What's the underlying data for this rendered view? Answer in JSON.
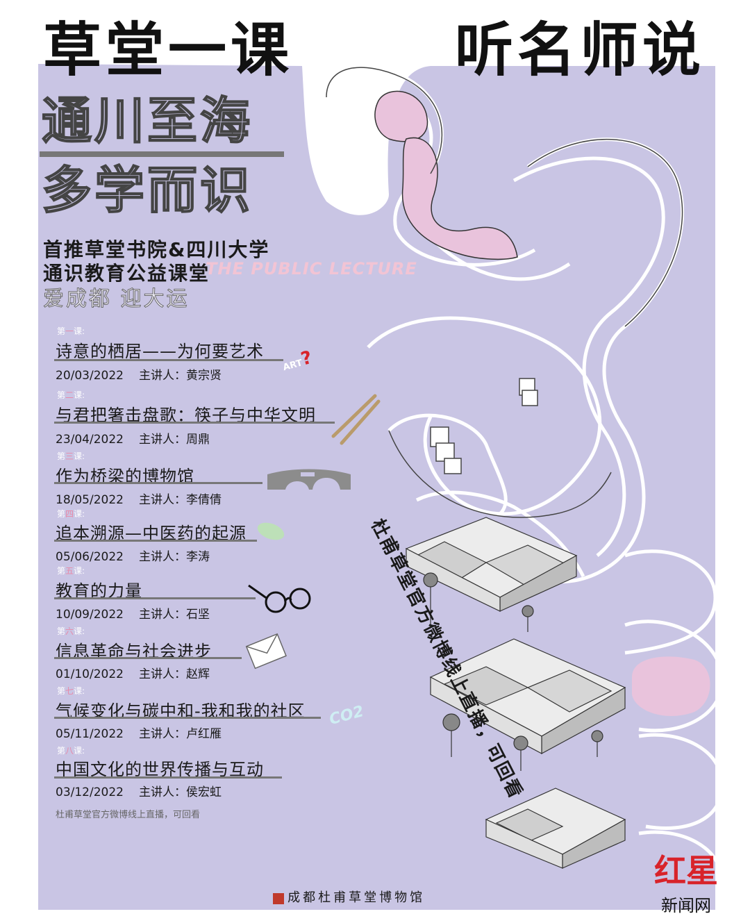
{
  "header": {
    "title_left": "草堂一课",
    "title_right": "听名师说",
    "slogan1": "通川至海",
    "slogan2": "多学而识",
    "line1": "首推草堂书院&四川大学",
    "line2": "通识教育公益课堂",
    "public_lecture": "THE PUBLIC LECTURE",
    "motto": "爱成都 迎大运"
  },
  "lessons": [
    {
      "tag_prefix": "第",
      "tag_num": "一",
      "tag_suffix": "课:",
      "title": "诗意的栖居——为何要艺术",
      "date": "20/03/2022",
      "speaker": "主讲人：黄宗贤"
    },
    {
      "tag_prefix": "第",
      "tag_num": "二",
      "tag_suffix": "课:",
      "title": "与君把箸击盘歌：筷子与中华文明",
      "date": "23/04/2022",
      "speaker": "主讲人：周鼎"
    },
    {
      "tag_prefix": "第",
      "tag_num": "三",
      "tag_suffix": "课:",
      "title": "作为桥梁的博物馆",
      "date": "18/05/2022",
      "speaker": "主讲人：李倩倩"
    },
    {
      "tag_prefix": "第",
      "tag_num": "四",
      "tag_suffix": "课:",
      "title": "追本溯源—中医药的起源",
      "date": "05/06/2022",
      "speaker": "主讲人：李涛"
    },
    {
      "tag_prefix": "第",
      "tag_num": "五",
      "tag_suffix": "课:",
      "title": "教育的力量",
      "date": "10/09/2022",
      "speaker": "主讲人：石坚"
    },
    {
      "tag_prefix": "第",
      "tag_num": "六",
      "tag_suffix": "课:",
      "title": "信息革命与社会进步",
      "date": "01/10/2022",
      "speaker": "主讲人：赵辉"
    },
    {
      "tag_prefix": "第",
      "tag_num": "七",
      "tag_suffix": "课:",
      "title": "气候变化与碳中和-我和我的社区",
      "date": "05/11/2022",
      "speaker": "主讲人：卢红雁"
    },
    {
      "tag_prefix": "第",
      "tag_num": "八",
      "tag_suffix": "课:",
      "title": "中国文化的世界传播与互动",
      "date": "03/12/2022",
      "speaker": "主讲人：侯宏虹"
    }
  ],
  "decor": {
    "art_label": "ART",
    "art_mark": "?",
    "co2_label": "CO2"
  },
  "footnote": "杜甫草堂官方微博线上直播，可回看",
  "vertical_caption": "杜甫草堂官方微博线上直播，可回看",
  "museum": "成都杜甫草堂博物馆",
  "watermark": {
    "main": "红星",
    "sub": "新闻网"
  },
  "colors": {
    "lavender": "#c9c5e4",
    "pink": "#e9c3dc",
    "ink": "#1a1a1a"
  }
}
